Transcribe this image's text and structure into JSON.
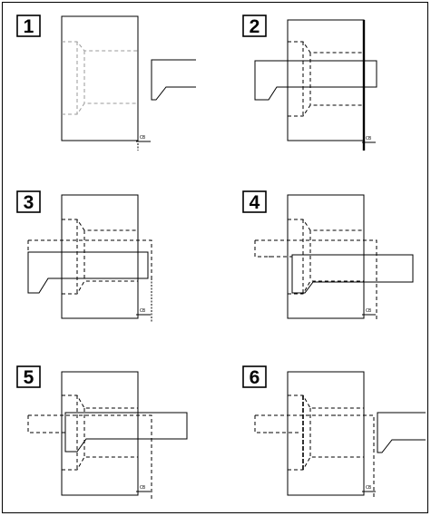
{
  "figure": {
    "panels": [
      {
        "number": "1",
        "dim_label": "CB"
      },
      {
        "number": "2",
        "dim_label": "CB"
      },
      {
        "number": "3",
        "dim_label": "CB"
      },
      {
        "number": "4",
        "dim_label": "CB"
      },
      {
        "number": "5",
        "dim_label": "CB"
      },
      {
        "number": "6",
        "dim_label": "CB"
      }
    ]
  }
}
